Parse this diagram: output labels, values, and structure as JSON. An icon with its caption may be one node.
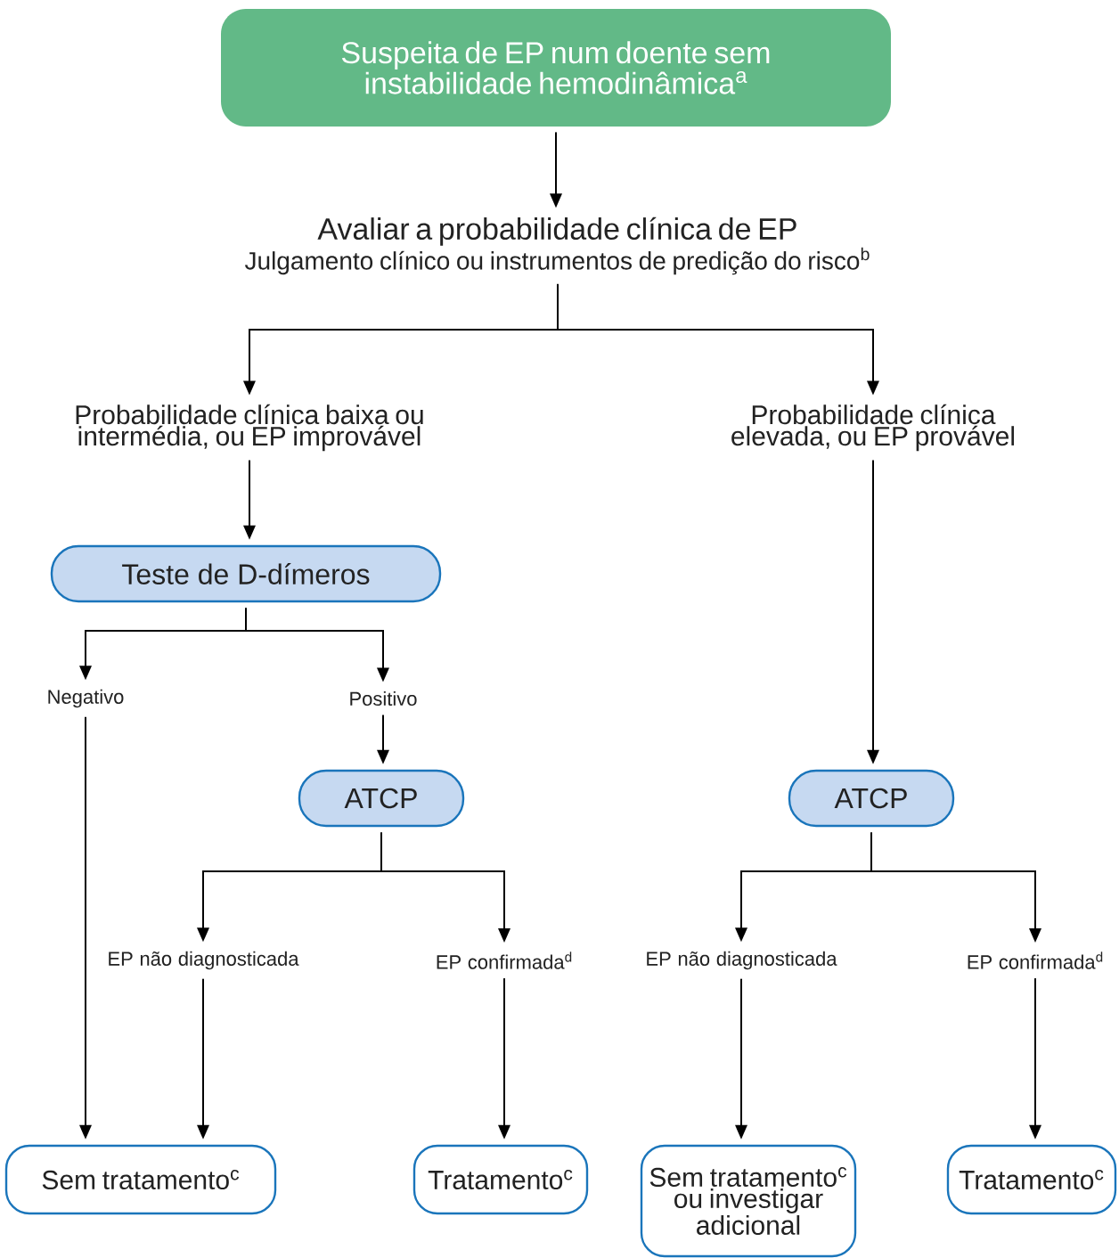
{
  "diagram": {
    "nodes": [
      {
        "text": [
          "Suspeita de EP num doente sem instabilidade hemodinâmica$^{a}$"
        ]
      },
      {
        "text": [
          "Avaliar a probabilidade clínica de EP",
          "Julgamento clínico ou instrumentos de predição do risco$^{b}$"
        ]
      },
      {
        "text": [
          "Probabilidade clínica baixa ou intermédia, ou EP improvável"
        ]
      },
      {
        "text": [
          "Probabilidade clínica elevada, ou EP provável"
        ]
      },
      {
        "text": [
          "Teste de D-dímeros"
        ]
      },
      {
        "text": [
          "Negativo"
        ]
      },
      {
        "text": [
          "Positivo"
        ]
      },
      {
        "text": [
          "ATCP"
        ]
      },
      {
        "text": [
          "EP não diagnosticada"
        ]
      },
      {
        "text": [
          "EP confirmada$^{d}$"
        ]
      },
      {
        "text": [
          "Sem tratamento$^{c}$"
        ]
      },
      {
        "text": [
          "Tratamento$^{c}$"
        ]
      },
      {
        "text": [
          "ATCP"
        ]
      },
      {
        "text": [
          "EP não diagnosticada"
        ]
      },
      {
        "text": [
          "EP confirmada$^{d}$"
        ]
      },
      {
        "text": [
          "Sem tratamento$^{c}$ ou investigar adicional"
        ]
      },
      {
        "text": [
          "Tratamento$^{c}$"
        ]
      }
    ],
    "edges": [
      {
        "from": 0,
        "to": 1,
        "arrow": "to"
      },
      {
        "from": 1,
        "to": 2,
        "arrow": "to"
      },
      {
        "from": 1,
        "to": 3,
        "arrow": "to"
      },
      {
        "from": 2,
        "to": 4,
        "arrow": "to"
      },
      {
        "from": 4,
        "to": 5,
        "arrow": "to"
      },
      {
        "from": 4,
        "to": 6,
        "arrow": "to"
      },
      {
        "from": 6,
        "to": 7,
        "arrow": "to"
      },
      {
        "from": 5,
        "to": 10,
        "arrow": "to"
      },
      {
        "from": 7,
        "to": 8,
        "arrow": "to"
      },
      {
        "from": 7,
        "to": 9,
        "arrow": "to"
      },
      {
        "from": 8,
        "to": 10,
        "arrow": "to"
      },
      {
        "from": 9,
        "to": 11,
        "arrow": "to"
      },
      {
        "from": 3,
        "to": 12,
        "arrow": "to"
      },
      {
        "from": 12,
        "to": 13,
        "arrow": "to"
      },
      {
        "from": 12,
        "to": 14,
        "arrow": "to"
      },
      {
        "from": 13,
        "to": 15,
        "arrow": "to"
      },
      {
        "from": 14,
        "to": 16,
        "arrow": "to"
      }
    ]
  }
}
